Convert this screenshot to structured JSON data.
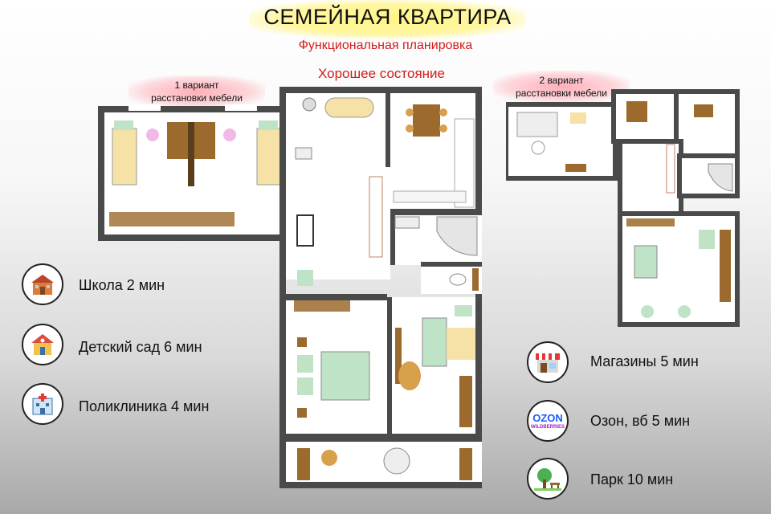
{
  "header": {
    "title": "СЕМЕЙНАЯ КВАРТИРА",
    "subtitle": "Функциональная планировка",
    "condition": "Хорошее состояние"
  },
  "variants": {
    "v1_line1": "1 вариант",
    "v1_line2": "расстановки мебели",
    "v2_line1": "2 вариант",
    "v2_line2": "расстановки мебели"
  },
  "amenities": {
    "school": "Школа 2 мин",
    "kindergarten": "Детский сад 6 мин",
    "clinic": "Поликлиника 4 мин",
    "shops": "Магазины 5 мин",
    "marketplaces": "Озон,  вб 5 мин",
    "park": "Парк 10 мин"
  },
  "icons": {
    "school": "school-building-icon",
    "kindergarten": "kindergarten-building-icon",
    "clinic": "hospital-icon",
    "shops": "shop-awning-icon",
    "marketplaces": "ozon-wildberries-logo-icon",
    "park": "park-tree-bench-icon"
  },
  "logo_text": {
    "ozon": "OZON",
    "wb": "WILDBERRIES"
  },
  "colors": {
    "title_highlight": "#fff482",
    "accent_red": "#d21c1c",
    "variant_highlight": "#ff96a0",
    "wall": "#4a4a4a",
    "bed_mint": "#bfe3c7",
    "bed_yellow": "#f6e2a6",
    "wood": "#9b6a2c"
  }
}
